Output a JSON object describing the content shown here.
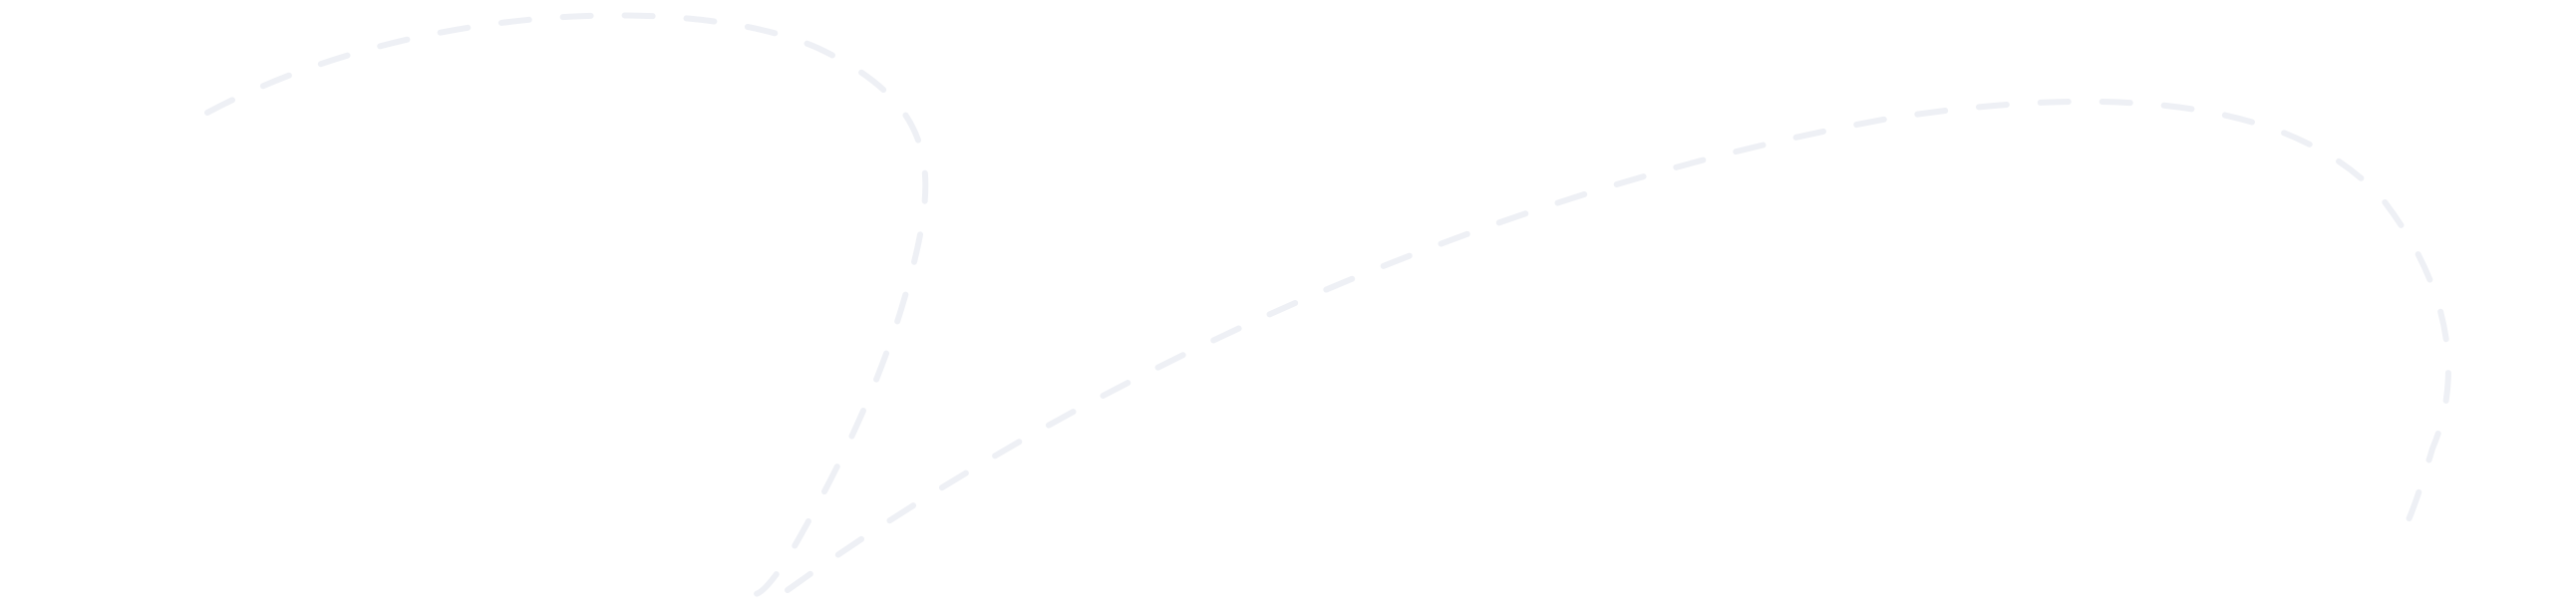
{
  "decoration": {
    "line_color": "#eef0f5",
    "line_style": "dashed",
    "curves": [
      "left-loop-curve",
      "right-loop-curve"
    ]
  }
}
